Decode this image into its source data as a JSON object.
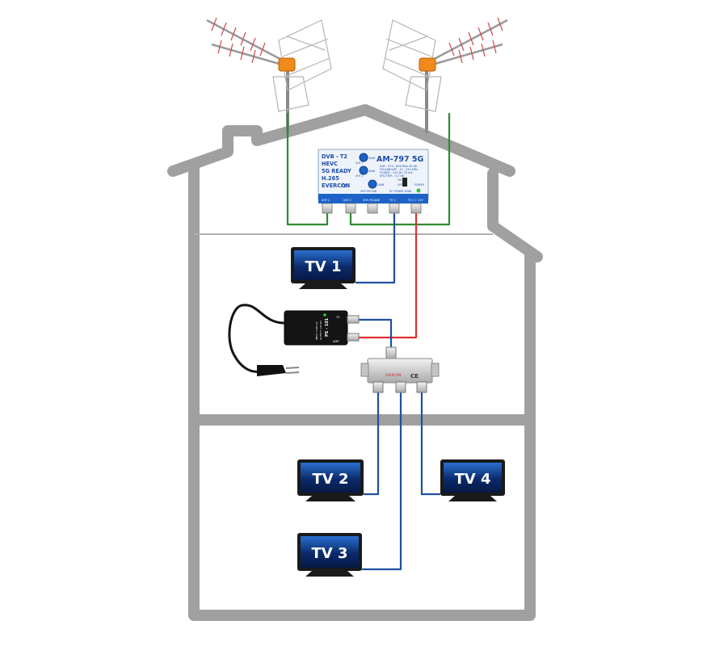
{
  "amplifier": {
    "model": "AM-797 5G",
    "features": [
      "DVB - T2",
      "HEVC",
      "5G READY",
      "H.265",
      "EVERCON"
    ],
    "specs": [
      "UHF : 470 - 694 MHz  40 dB",
      "FM-DAB/VHF : 47 - 240 MHz",
      "POWER : 12V DC 75 mA",
      "SPLITTER : 3,7 dB"
    ],
    "ports": [
      "UHF 1",
      "UHF 2",
      "VHF-FM-DAB",
      "TV 1",
      "TV 2 + 12V"
    ],
    "knob_labels": [
      "UHF 1",
      "UHF 2",
      "VHF-FM-DAB"
    ],
    "knob_db": [
      "40dB",
      "40dB",
      "20dB"
    ],
    "switch_labels": [
      "ON",
      "OFF"
    ],
    "power_label": "DC POWER 40dB",
    "led_label": "POWER"
  },
  "power_supply": {
    "model": "PS - 101",
    "port_tv": "TV",
    "port_amp": "AMP",
    "info": [
      "OUTPUT 12V DC",
      "INPUT 230V AC"
    ]
  },
  "splitter": {
    "brand": "EVERCON",
    "ce": "CE"
  },
  "tvs": [
    {
      "label": "TV 1"
    },
    {
      "label": "TV 2"
    },
    {
      "label": "TV 4"
    },
    {
      "label": "TV 3"
    }
  ],
  "colors": {
    "house": "#a0a0a0",
    "antenna_cable": "#2e8b2e",
    "signal_cable": "#1f4fa0",
    "power_cable": "#e03030",
    "amplifier_body": "#1d63c7",
    "tv_screen": "#0b2a6b"
  }
}
